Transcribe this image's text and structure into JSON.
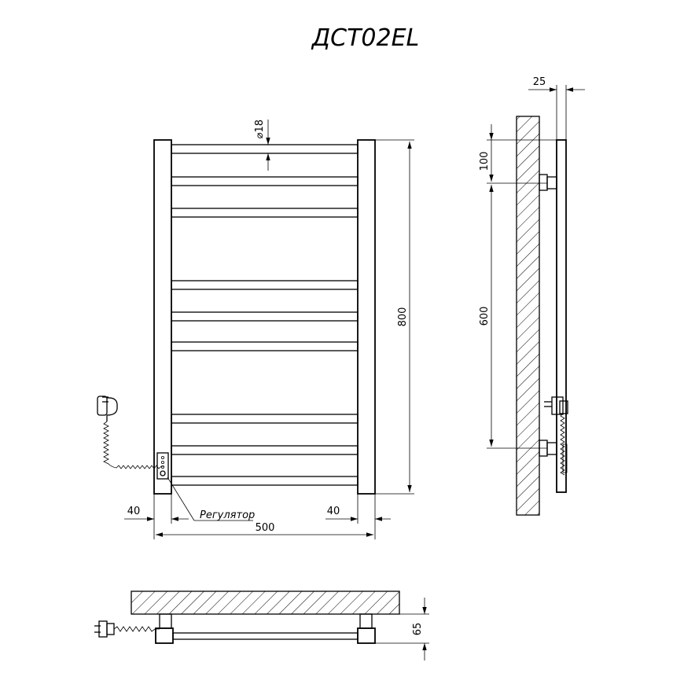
{
  "title": "ДСТ02EL",
  "front_view": {
    "dim_tube_diameter": "18",
    "dim_height": "800",
    "dim_width": "500",
    "dim_left_offset": "40",
    "dim_right_offset": "40",
    "regulator_label": "Регулятор"
  },
  "side_view": {
    "dim_depth": "25",
    "dim_top": "100",
    "dim_mount": "600"
  },
  "top_view": {
    "dim_wall_distance": "65"
  }
}
